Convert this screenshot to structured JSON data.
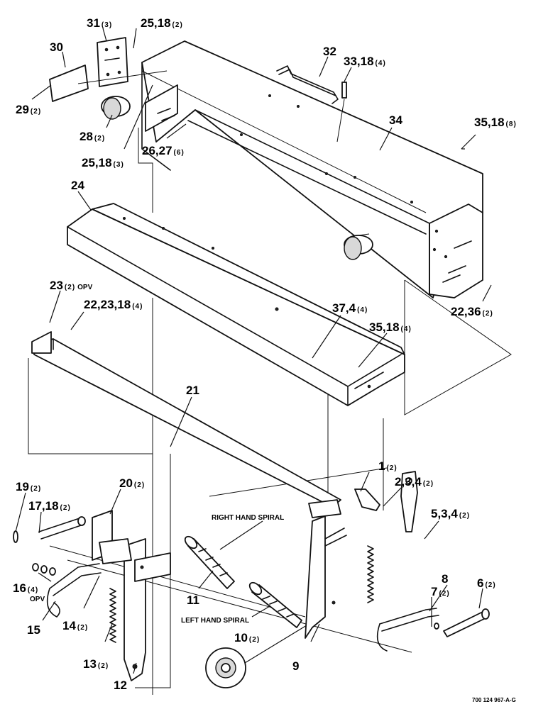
{
  "callouts": {
    "c1": {
      "num": "1",
      "qty": "(2)"
    },
    "c2": {
      "num": "2,3,4",
      "qty": "(2)"
    },
    "c5": {
      "num": "5,3,4",
      "qty": "(2)"
    },
    "c6": {
      "num": "6",
      "qty": "(2)"
    },
    "c7": {
      "num": "7",
      "qty": "(2)"
    },
    "c8": {
      "num": "8",
      "qty": ""
    },
    "c9": {
      "num": "9",
      "qty": ""
    },
    "c10": {
      "num": "10",
      "qty": "(2)"
    },
    "c11": {
      "num": "11",
      "qty": ""
    },
    "c12": {
      "num": "12",
      "qty": ""
    },
    "c13": {
      "num": "13",
      "qty": "(2)"
    },
    "c14": {
      "num": "14",
      "qty": "(2)"
    },
    "c15": {
      "num": "15",
      "qty": ""
    },
    "c16": {
      "num": "16",
      "qty": "(4)",
      "note": "OPV"
    },
    "c17": {
      "num": "17,18",
      "qty": "(2)"
    },
    "c19": {
      "num": "19",
      "qty": "(2)"
    },
    "c20": {
      "num": "20",
      "qty": "(2)"
    },
    "c21": {
      "num": "21",
      "qty": ""
    },
    "c22a": {
      "num": "22,23,18",
      "qty": "(4)"
    },
    "c22b": {
      "num": "22,36",
      "qty": "(2)"
    },
    "c23": {
      "num": "23",
      "qty": "(2)",
      "note": "OPV"
    },
    "c24": {
      "num": "24",
      "qty": ""
    },
    "c25a": {
      "num": "25,18",
      "qty": "(2)"
    },
    "c25b": {
      "num": "25,18",
      "qty": "(3)"
    },
    "c26": {
      "num": "26,27",
      "qty": "(6)"
    },
    "c28": {
      "num": "28",
      "qty": "(2)"
    },
    "c29": {
      "num": "29",
      "qty": "(2)"
    },
    "c30": {
      "num": "30",
      "qty": ""
    },
    "c31": {
      "num": "31",
      "qty": "(3)"
    },
    "c32": {
      "num": "32",
      "qty": ""
    },
    "c33": {
      "num": "33,18",
      "qty": "(4)"
    },
    "c34": {
      "num": "34",
      "qty": ""
    },
    "c35a": {
      "num": "35,18",
      "qty": "(8)"
    },
    "c35b": {
      "num": "35,18",
      "qty": "(4)"
    },
    "c37": {
      "num": "37,4",
      "qty": "(4)"
    }
  },
  "notes": {
    "right_hand_spiral": "RIGHT HAND SPIRAL",
    "left_hand_spiral": "LEFT HAND SPIRAL"
  },
  "drawing_number": "700 124 967-A-G"
}
